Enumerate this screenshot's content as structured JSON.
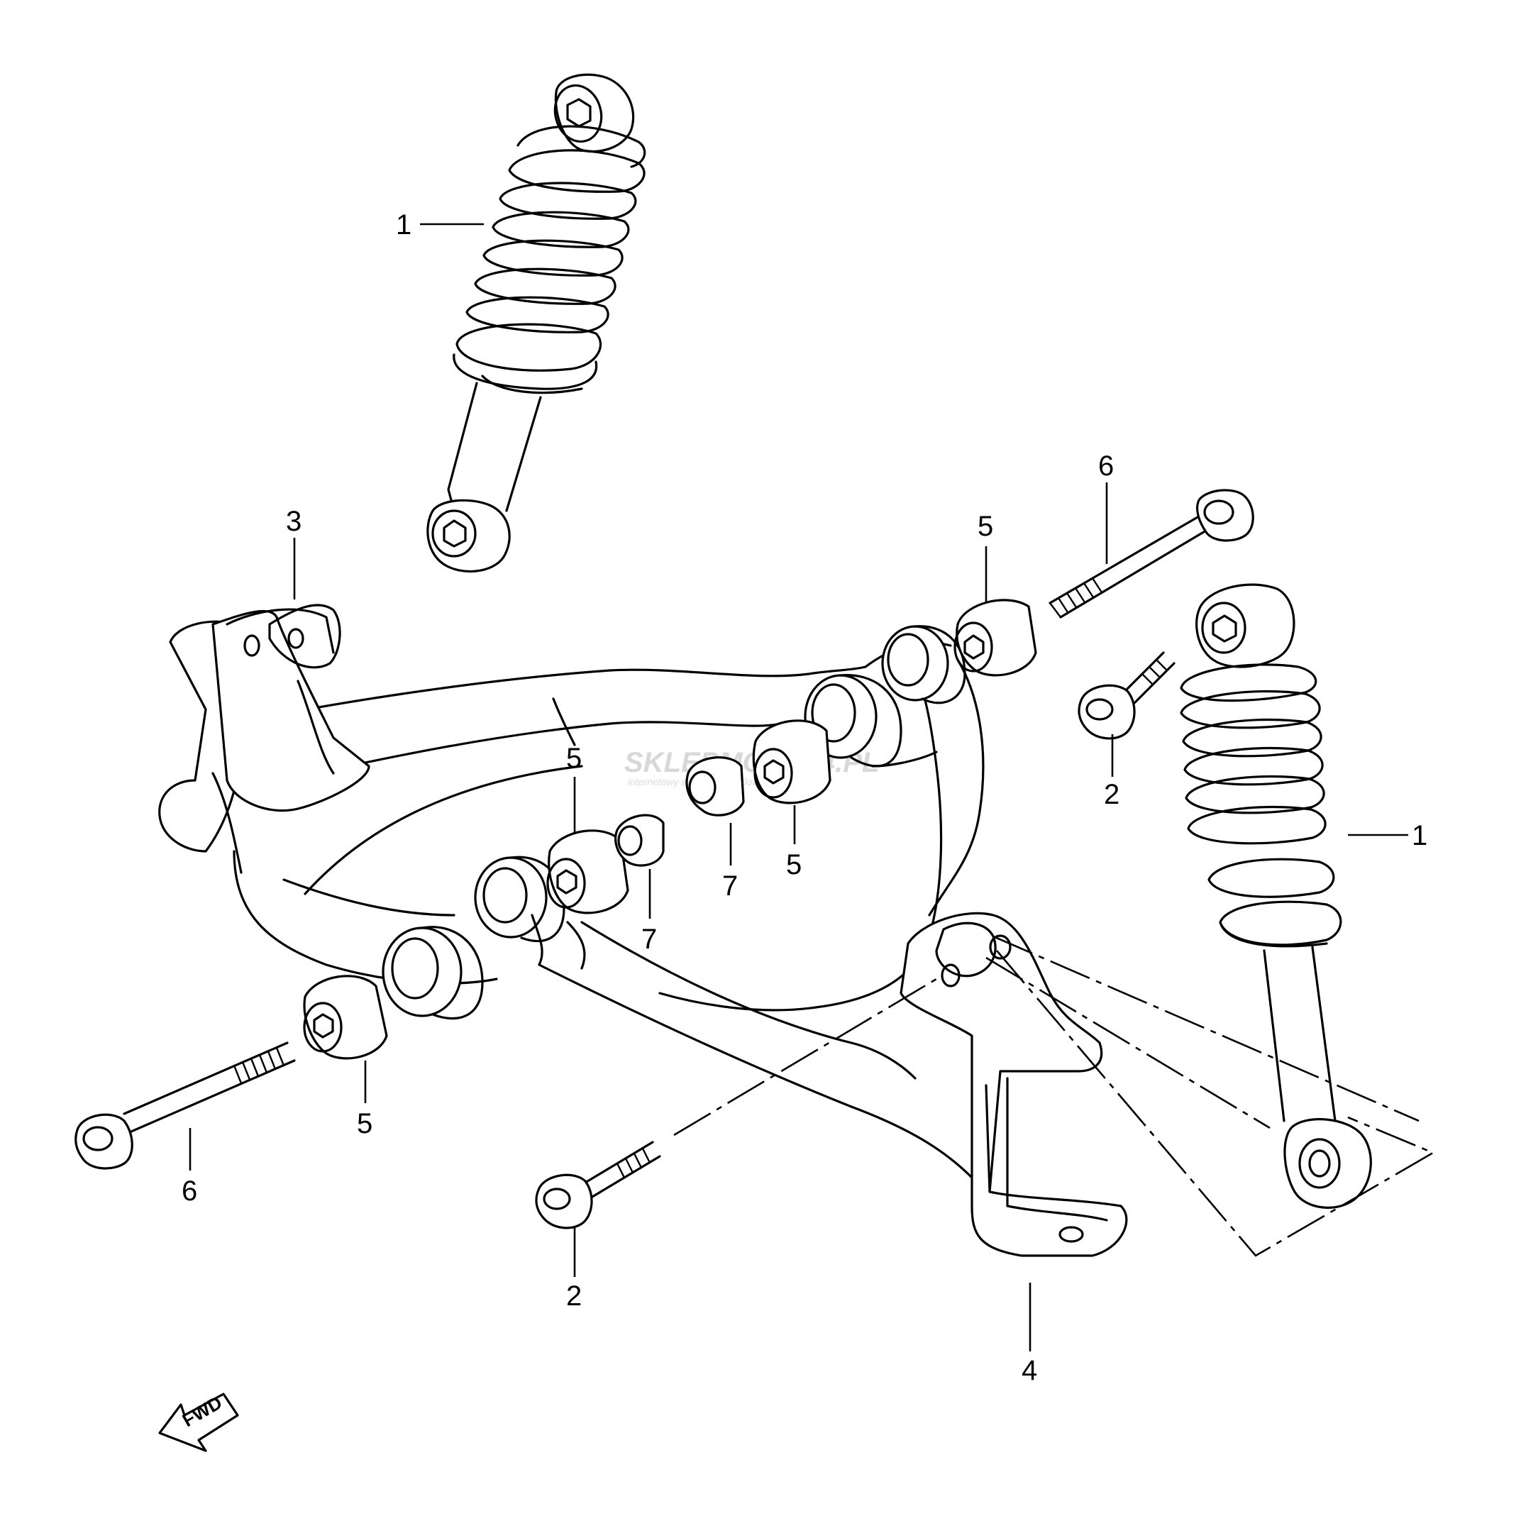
{
  "callouts": {
    "shock_top_left": "1",
    "shock_right": "1",
    "bolt_2_upper": "2",
    "bolt_2_lower": "2",
    "bracket_3": "3",
    "bracket_4": "4",
    "bush_5_upper_right": "5",
    "bush_5_mid_upper": "5",
    "bush_5_mid_lower": "5",
    "bush_5_lower_left": "5",
    "bolt_6_upper": "6",
    "bolt_6_lower": "6",
    "washer_7_left": "7",
    "washer_7_right": "7"
  },
  "fwd_label": "FWD",
  "watermark": {
    "brand": "SKLEPMOTO24.PL",
    "tagline": "internetowy sklep motocyklowy"
  }
}
